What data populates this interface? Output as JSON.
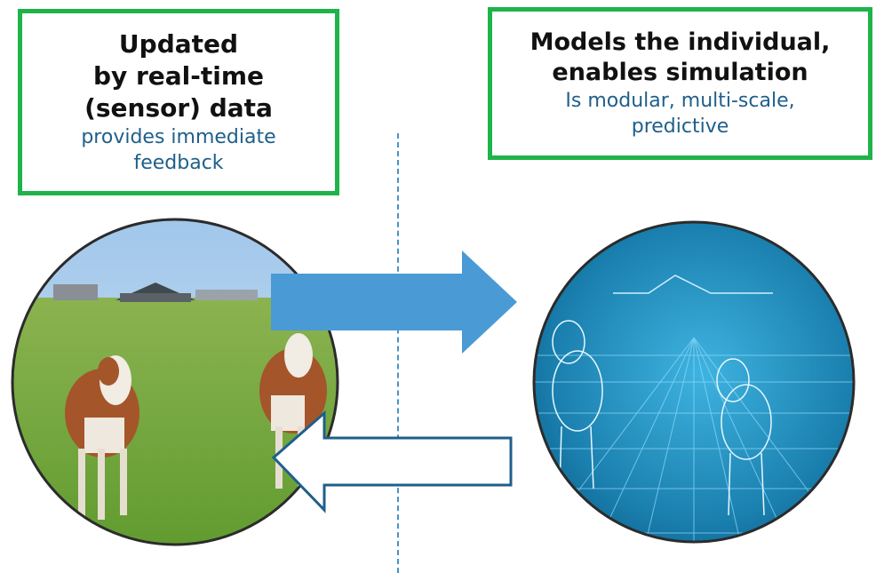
{
  "left_box": {
    "title_line1": "Updated",
    "title_line2": "by real-time",
    "title_line3": "(sensor) data",
    "subtitle_line1": "provides immediate",
    "subtitle_line2": "feedback"
  },
  "right_box": {
    "title_line1": "Models the individual,",
    "title_line2": "enables simulation",
    "subtitle_line1": "Is modular, multi-scale,",
    "subtitle_line2": "predictive"
  },
  "colors": {
    "box_border": "#1fb34a",
    "subtitle_text": "#1f5f8a",
    "forward_arrow": "#4a9ad6",
    "return_arrow_outline": "#1f5f8a",
    "divider": "#4a93c7",
    "digital_twin_bg": "#1a7fae"
  },
  "images": {
    "left_circle": "photo of brown-and-white cows in a green pasture with farm buildings",
    "right_circle": "digital wireframe cows on a blue grid"
  }
}
